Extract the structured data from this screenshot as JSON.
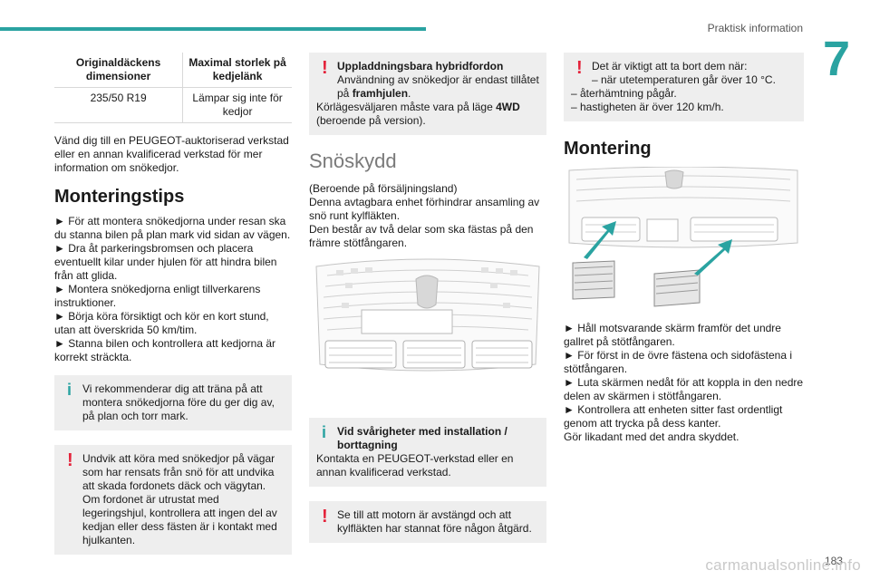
{
  "header": {
    "section": "Praktisk information",
    "chapter": "7"
  },
  "table": {
    "headers": [
      "Originaldäckens dimensioner",
      "Maximal storlek på kedjelänk"
    ],
    "rows": [
      [
        "235/50 R19",
        "Lämpar sig inte för kedjor"
      ]
    ]
  },
  "col1": {
    "contact_text": "Vänd dig till en PEUGEOT-auktoriserad verkstad eller en annan kvalificerad verkstad för mer information om snökedjor.",
    "tips_title": "Monteringstips",
    "tips": [
      "► För att montera snökedjorna under resan ska du stanna bilen på plan mark vid sidan av vägen.",
      "► Dra åt parkeringsbromsen och placera eventuellt kilar under hjulen för att hindra bilen från att glida.",
      "► Montera snökedjorna enligt tillverkarens instruktioner.",
      "► Börja köra försiktigt och kör en kort stund, utan att överskrida 50 km/tim.",
      "► Stanna bilen och kontrollera att kedjorna är korrekt sträckta."
    ],
    "info_box": "Vi rekommenderar dig att träna på att montera snökedjorna före du ger dig av, på plan och torr mark.",
    "warning_box": "Undvik att köra med snökedjor på vägar som har rensats från snö för att undvika att skada fordonets däck och vägytan. Om fordonet är utrustat med legeringshjul, kontrollera att ingen del av kedjan eller dess fästen är i kontakt med hjulkanten."
  },
  "col2": {
    "hybrid_title": "Uppladdningsbara hybridfordon",
    "hybrid_line1": "Användning av snökedjor är endast tillåtet på ",
    "hybrid_bold": "framhjulen",
    "hybrid_line1_end": ".",
    "hybrid_line2": "Körlägesväljaren måste vara på läge ",
    "hybrid_mode": "4WD",
    "hybrid_line2_end": " (beroende på version).",
    "snow_title": "Snöskydd",
    "snow_text": [
      "(Beroende på försäljningsland)",
      "Denna avtagbara enhet förhindrar ansamling av snö runt kylfläkten.",
      "Den består av två delar som ska fästas på den främre stötfångaren."
    ],
    "difficulty_title": "Vid svårigheter med installation / borttagning",
    "difficulty_text": "Kontakta en PEUGEOT-verkstad eller en annan kvalificerad verkstad.",
    "engine_warning": "Se till att motorn är avstängd och att kylfläkten har stannat före någon åtgärd."
  },
  "col3": {
    "remove_intro": "Det är viktigt att ta bort dem när:",
    "remove_items": [
      "– när utetemperaturen går över 10 °C.",
      "– återhämtning pågår.",
      "– hastigheten är över 120 km/h."
    ],
    "mount_title": "Montering",
    "mount_steps": [
      "► Håll motsvarande skärm framför det undre gallret på stötfångaren.",
      "► För först in de övre fästena och sidofästena i stötfångaren.",
      "► Luta skärmen nedåt för att koppla in den nedre delen av skärmen i stötfångaren.",
      "► Kontrollera att enheten sitter fast ordentligt genom att trycka på dess kanter."
    ],
    "mount_final": "Gör likadant med det andra skyddet."
  },
  "footer": {
    "page": "183",
    "watermark": "carmanualsonline.info"
  },
  "colors": {
    "accent": "#2aa3a1",
    "warning": "#e4223a",
    "box_bg": "#eeeeee"
  }
}
